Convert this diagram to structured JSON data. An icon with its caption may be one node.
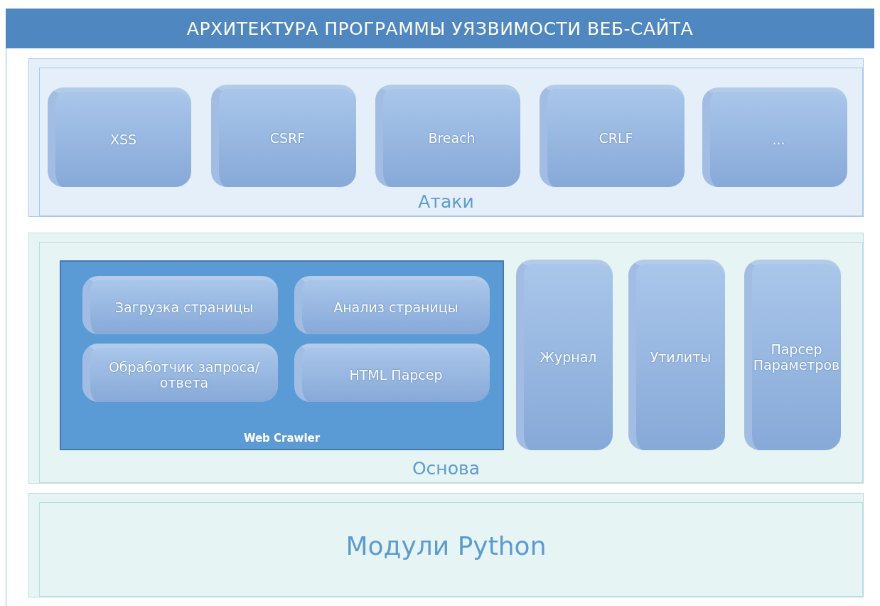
{
  "diagram": {
    "title": "АРХИТЕКТУРА ПРОГРАММЫ УЯЗВИМОСТИ ВЕБ-САЙТА",
    "nodes": [
      {
        "text": [
          "Атаки"
        ]
      },
      {
        "text": [
          "XSS"
        ],
        "in": 0
      },
      {
        "text": [
          "CSRF"
        ],
        "in": 0
      },
      {
        "text": [
          "Breach"
        ],
        "in": 0
      },
      {
        "text": [
          "CRLF"
        ],
        "in": 0
      },
      {
        "text": [
          "..."
        ],
        "in": 0
      },
      {
        "text": [
          "Основа"
        ]
      },
      {
        "text": [
          "Web Crawler"
        ],
        "in": 6
      },
      {
        "text": [
          "Загрузка страницы"
        ],
        "in": 7
      },
      {
        "text": [
          "Анализ страницы"
        ],
        "in": 7
      },
      {
        "text": [
          "Обработчик запроса/ ответа"
        ],
        "in": 7
      },
      {
        "text": [
          "HTML Парсер"
        ],
        "in": 7
      },
      {
        "text": [
          "Журнал"
        ],
        "in": 6
      },
      {
        "text": [
          "Утилиты"
        ],
        "in": 6
      },
      {
        "text": [
          "Парсер Параметров"
        ],
        "in": 6
      },
      {
        "text": [
          "Модули Python"
        ]
      }
    ],
    "edges": []
  }
}
